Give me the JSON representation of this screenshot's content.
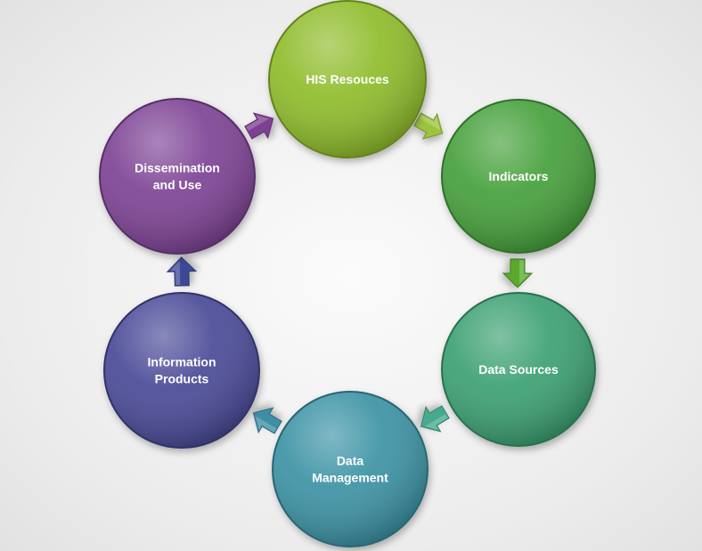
{
  "diagram": {
    "nodes": [
      {
        "id": "his-resources",
        "label": [
          "HIS Resouces"
        ],
        "color": "#8fbc2c"
      },
      {
        "id": "indicators",
        "label": [
          "Indicators"
        ],
        "color": "#45a03a"
      },
      {
        "id": "data-sources",
        "label": [
          "Data Sources"
        ],
        "color": "#3aa072"
      },
      {
        "id": "data-management",
        "label": [
          "Data",
          "Management"
        ],
        "color": "#3b92a4"
      },
      {
        "id": "information-products",
        "label": [
          "Information",
          "Products"
        ],
        "color": "#494997"
      },
      {
        "id": "dissemination-and-use",
        "label": [
          "Dissemination",
          "and Use"
        ],
        "color": "#7d4394"
      }
    ],
    "arrows": [
      {
        "from": "his-resources",
        "to": "indicators",
        "color": "#9cc43e"
      },
      {
        "from": "indicators",
        "to": "data-sources",
        "color": "#5aaa2e"
      },
      {
        "from": "data-sources",
        "to": "data-management",
        "color": "#46aa8e"
      },
      {
        "from": "data-management",
        "to": "information-products",
        "color": "#3f8ea6"
      },
      {
        "from": "information-products",
        "to": "dissemination-and-use",
        "color": "#3d4a96"
      },
      {
        "from": "dissemination-and-use",
        "to": "his-resources",
        "color": "#7e3f93"
      }
    ]
  }
}
